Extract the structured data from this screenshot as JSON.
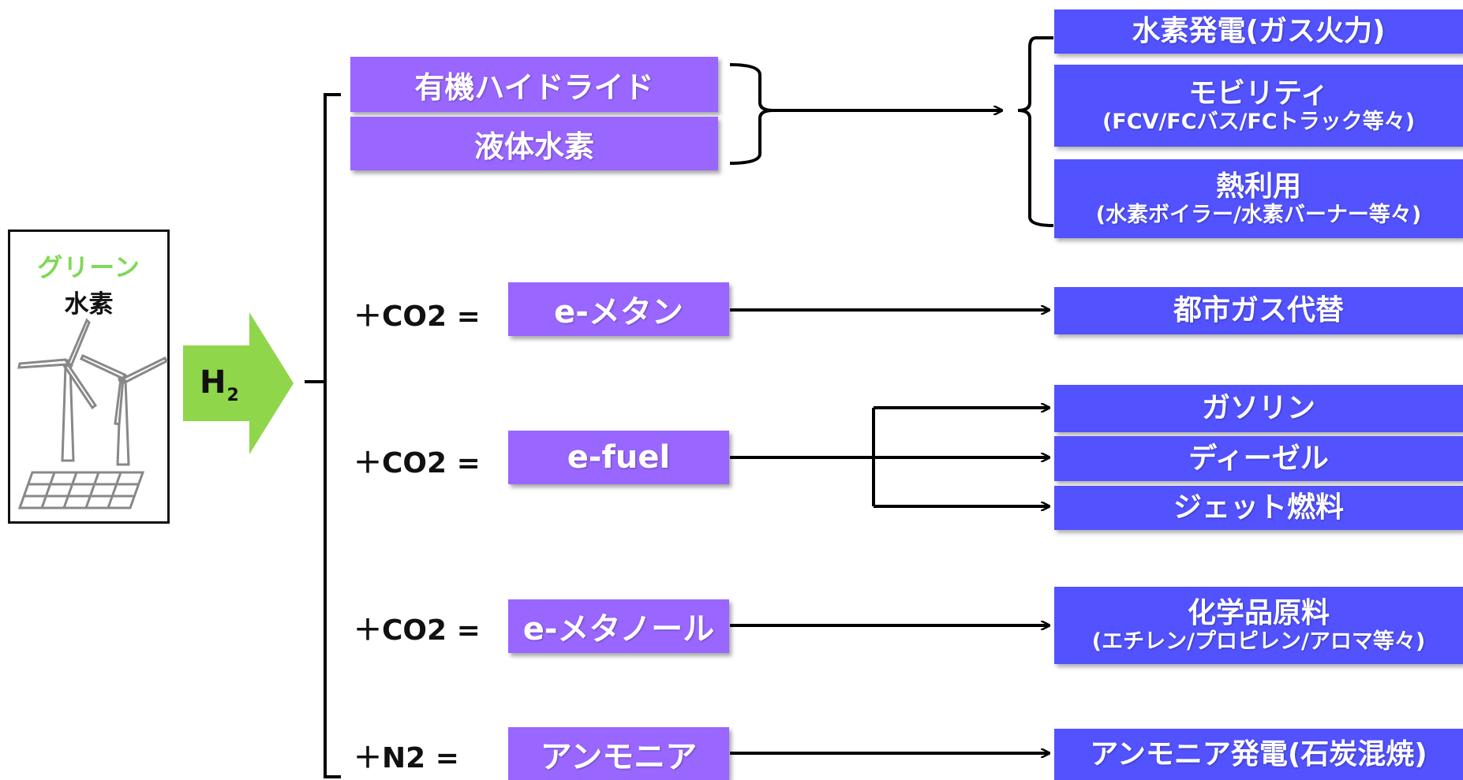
{
  "source": {
    "line1": "グリーン",
    "line2": "水素"
  },
  "h2_arrow": {
    "symbol": "H",
    "subscript": "2"
  },
  "carriers": {
    "organic_hydride": "有機ハイドライド",
    "liquid_hydrogen": "液体水素"
  },
  "formulas": {
    "methane": "＋CO2 =",
    "fuel": "＋CO2 =",
    "methanol": "＋CO2 =",
    "ammonia": "＋N2 ="
  },
  "products": {
    "e_methane": "e-メタン",
    "e_fuel": "e-fuel",
    "e_methanol": "e-メタノール",
    "ammonia": "アンモニア"
  },
  "uses": {
    "power": {
      "main": "水素発電(ガス火力)"
    },
    "mobility": {
      "main": "モビリティ",
      "sub": "(FCV/FCバス/FCトラック等々)"
    },
    "heat": {
      "main": "熱利用",
      "sub": "(水素ボイラー/水素バーナー等々)"
    },
    "city_gas": {
      "main": "都市ガス代替"
    },
    "gasoline": {
      "main": "ガソリン"
    },
    "diesel": {
      "main": "ディーゼル"
    },
    "jet_fuel": {
      "main": "ジェット燃料"
    },
    "chemicals": {
      "main": "化学品原料",
      "sub": "(エチレン/プロピレン/アロマ等々)"
    },
    "ammonia_power": {
      "main": "アンモニア発電(石炭混焼)"
    }
  },
  "colors": {
    "product_box": "#9966ff",
    "use_box": "#5252ff",
    "green_accent": "#7ed957",
    "connector": "#000000"
  }
}
